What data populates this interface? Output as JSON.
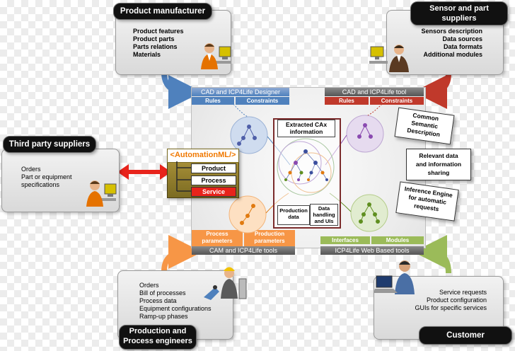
{
  "product_manufacturer": {
    "title": "Product manufacturer",
    "items": [
      "Product features",
      "Product parts",
      "Parts relations",
      "Materials"
    ]
  },
  "sensor_suppliers": {
    "title_line1": "Sensor and part",
    "title_line2": "suppliers",
    "items": [
      "Sensors description",
      "Data sources",
      "Data formats",
      "Additional modules"
    ]
  },
  "third_party": {
    "title": "Third party suppliers",
    "items": [
      "Orders",
      "Part or equipment",
      "specifications"
    ]
  },
  "production_engineers": {
    "title_line1": "Production and",
    "title_line2": "Process engineers",
    "items": [
      "Orders",
      "Bill of processes",
      "Process data",
      "Equipment configurations",
      "Ramp-up phases"
    ]
  },
  "customer": {
    "title": "Customer",
    "items": [
      "Service requests",
      "Product configuration",
      "GUIs for specific services"
    ]
  },
  "center": {
    "cad_designer": "CAD and ICP4Life Designer",
    "cad_tool": "CAD and ICP4Life tool",
    "rules": "Rules",
    "constraints": "Constraints",
    "cam_tools": "CAM and ICP4Life tools",
    "web_tools": "ICP4Life Web Based tools",
    "process_parameters": "Process parameters",
    "production_parameters": "Production parameters",
    "interfaces": "Interfaces",
    "modules": "Modules",
    "extracted_line1": "Extracted CAx",
    "extracted_line2": "information",
    "production_data_line1": "Production",
    "production_data_line2": "data",
    "data_handling_line1": "Data",
    "data_handling_line2": "handling",
    "data_handling_line3": "and UIs",
    "automationml": "AutomationML",
    "aml_product": "Product",
    "aml_process": "Process",
    "aml_service": "Service"
  },
  "side_notes": {
    "common_line1": "Common",
    "common_line2": "Semantic",
    "common_line3": "Description",
    "relevant_line1": "Relevant data",
    "relevant_line2": "and information",
    "relevant_line3": "sharing",
    "inference_line1": "Inference Engine",
    "inference_line2": "for automatic",
    "inference_line3": "requests"
  },
  "colors": {
    "blue": "#4f81bd",
    "red": "#c0392b",
    "orange": "#f79646",
    "green": "#9bbb59",
    "dark": "#111111",
    "olive": "#8a7b2e"
  }
}
